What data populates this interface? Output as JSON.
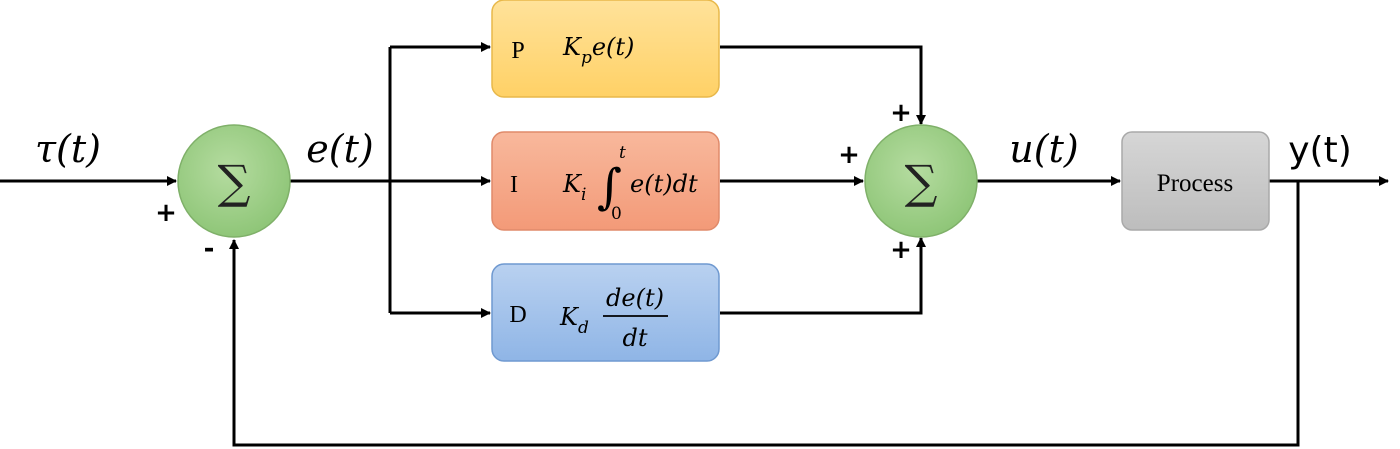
{
  "signals": {
    "reference": "τ(t)",
    "error": "e(t)",
    "control": "u(t)",
    "output": "y(t)"
  },
  "summing_junction_1": {
    "symbol": "∑",
    "sign_reference": "+",
    "sign_feedback": "-"
  },
  "summing_junction_2": {
    "symbol": "∑",
    "sign_top": "+",
    "sign_left": "+",
    "sign_bottom": "+"
  },
  "blocks": {
    "p": {
      "letter": "P",
      "gain": "K",
      "gain_sub": "p",
      "expr": "e(t)"
    },
    "i": {
      "letter": "I",
      "gain": "K",
      "gain_sub": "i",
      "integral": "∫",
      "upper": "t",
      "lower": "0",
      "expr": "e(t)dt"
    },
    "d": {
      "letter": "D",
      "gain": "K",
      "gain_sub": "d",
      "numerator": "de(t)",
      "denominator": "dt"
    },
    "process": {
      "label": "Process"
    }
  },
  "colors": {
    "p_block": "#ffd97a",
    "i_block": "#f6a98a",
    "d_block": "#a8c6ec",
    "process_block": "#c9c9c9",
    "summing_fill": "#9fcf86",
    "line": "#000000"
  }
}
